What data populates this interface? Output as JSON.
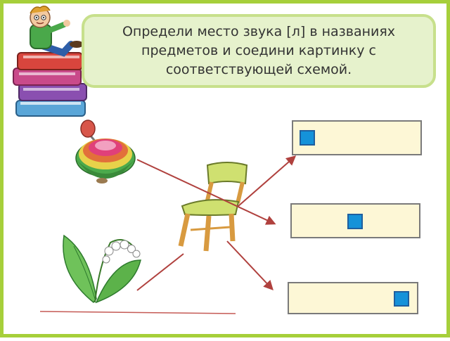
{
  "slide": {
    "instruction": "Определи место звука [л] в названиях предметов и соедини картинку с соответствующей схемой.",
    "colors": {
      "frame": "#a6cf3a",
      "title_bg": "#e6f2cc",
      "scheme_bg": "#fdf7d6",
      "marker": "#1592d9",
      "arrow": "#b0413e"
    }
  },
  "pictures": [
    {
      "name": "spinning-top",
      "icon": "spinning-top-icon"
    },
    {
      "name": "chair",
      "icon": "chair-icon"
    },
    {
      "name": "lily-of-the-valley",
      "icon": "lily-of-the-valley-icon"
    }
  ],
  "schemes": [
    {
      "sound_position": "beginning"
    },
    {
      "sound_position": "middle"
    },
    {
      "sound_position": "end"
    }
  ]
}
